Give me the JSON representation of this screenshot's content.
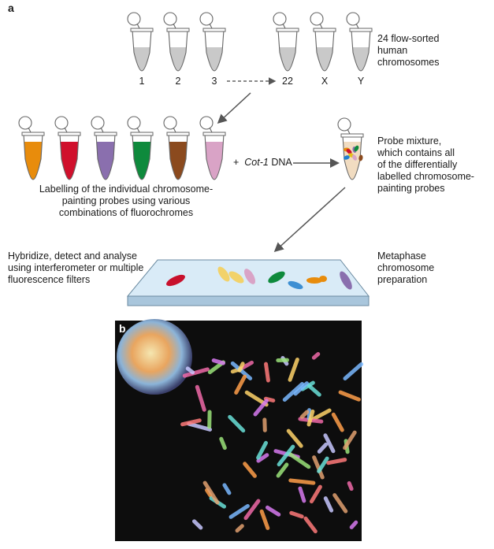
{
  "panels": {
    "a": "a",
    "b": "b"
  },
  "tube_labels": [
    "1",
    "2",
    "3",
    "22",
    "X",
    "Y"
  ],
  "flow_sorted_text": "24 flow-sorted\nhuman\nchromosomes",
  "cot_plus": "+",
  "cot_italic": "Cot-1",
  "cot_rest": " DNA",
  "probe_mixture_text": "Probe mixture,\nwhich contains all\nof the differentially\nlabelled chromosome-\npainting probes",
  "labelling_text": "Labelling of the individual chromosome-\npainting probes using various\ncombinations of fluorochromes",
  "hybridize_text": "Hybridize, detect and analyse\nusing interferometer or multiple\nfluorescence filters",
  "metaphase_text": "Metaphase\nchromosome\npreparation",
  "colors": {
    "tube_grey_liquid": "#c9c9c9",
    "probe_tubes": [
      "#e88c0c",
      "#d0102c",
      "#8a6fae",
      "#0e8a3c",
      "#8b4a1e",
      "#d9a3c6"
    ],
    "slide": "#cfe3f1",
    "micrograph_bg": "#0d0d0d"
  }
}
